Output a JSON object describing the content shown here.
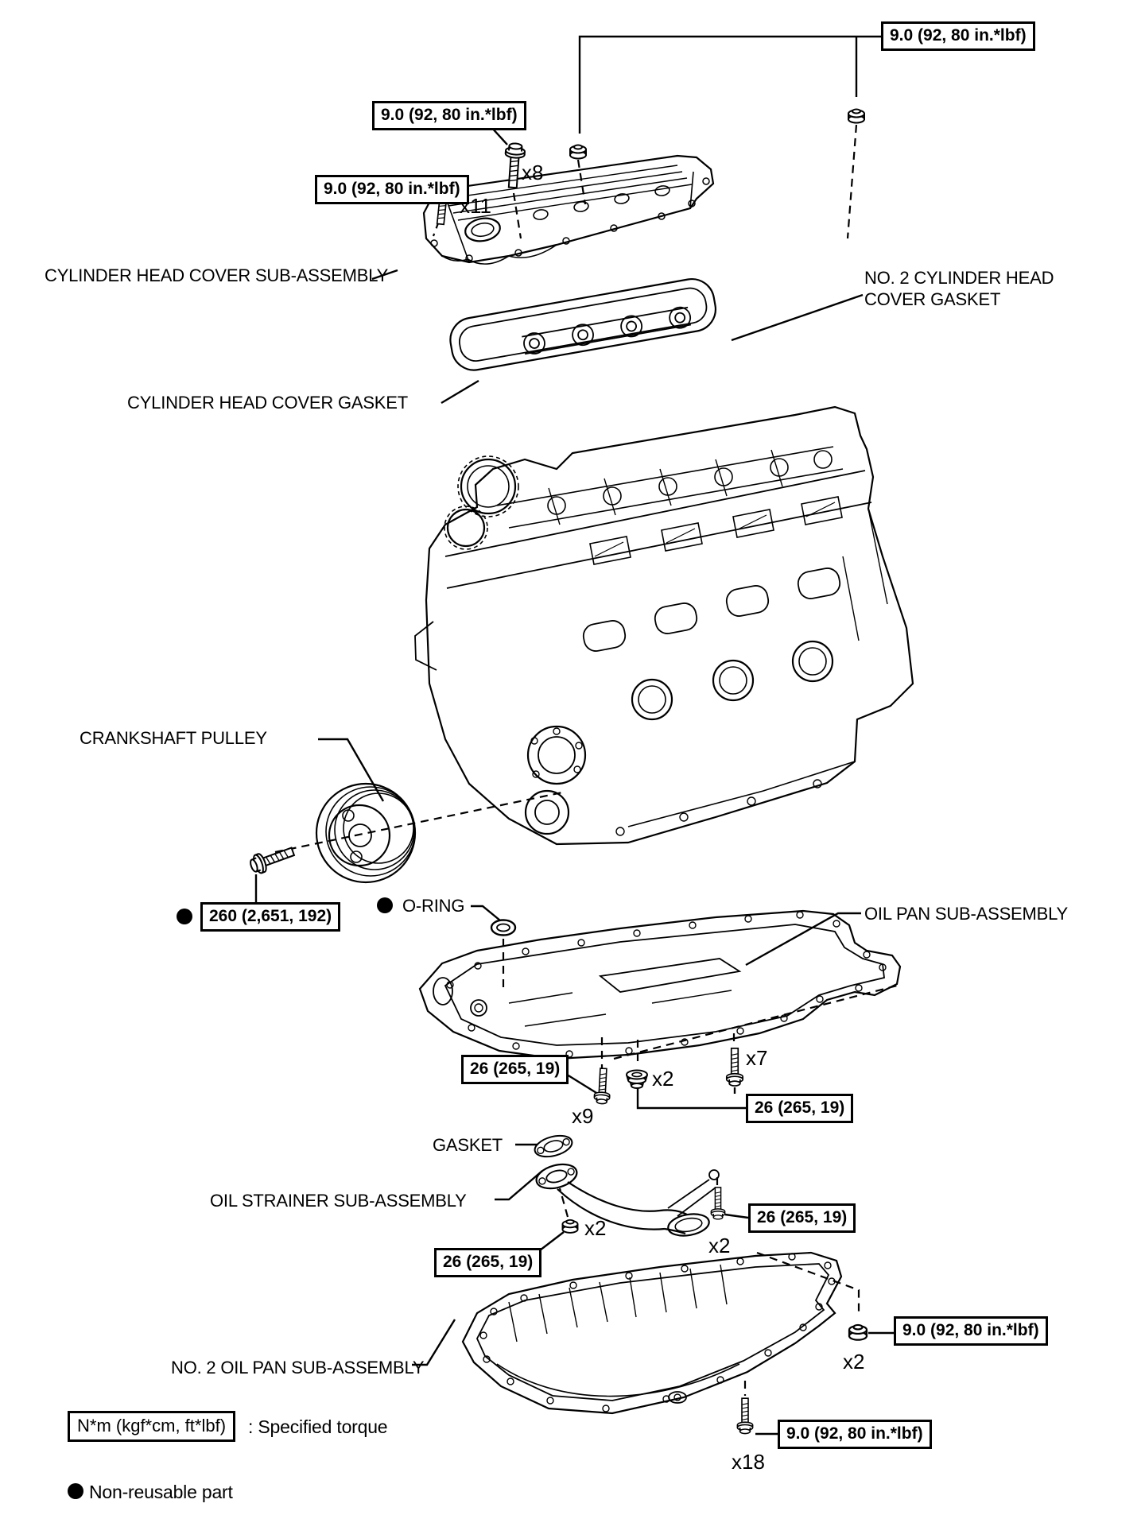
{
  "diagram_title": "engine-exploded-view",
  "torque_boxes": {
    "head_cover_nuts": "9.0 (92, 80 in.*lbf)",
    "head_cover_bolts_x8": "9.0 (92, 80 in.*lbf)",
    "head_cover_bolts_x11": "9.0 (92, 80 in.*lbf)",
    "crank_pulley_bolt": "260 (2,651, 192)",
    "oil_pan_bolts_x9": "26 (265, 19)",
    "oil_pan_bolts_x7_x2": "26 (265, 19)",
    "strainer_nuts": "26 (265, 19)",
    "strainer_bolts": "26 (265, 19)",
    "no2_pan_nuts": "9.0 (92, 80 in.*lbf)",
    "no2_pan_bolts_x18": "9.0 (92, 80 in.*lbf)"
  },
  "part_labels": {
    "cylinder_head_cover": "CYLINDER HEAD COVER SUB-ASSEMBLY",
    "no2_head_cover_gasket_line1": "NO. 2 CYLINDER HEAD",
    "no2_head_cover_gasket_line2": "COVER GASKET",
    "head_cover_gasket": "CYLINDER HEAD COVER GASKET",
    "crankshaft_pulley": "CRANKSHAFT PULLEY",
    "o_ring": "O-RING",
    "oil_pan": "OIL PAN SUB-ASSEMBLY",
    "gasket": "GASKET",
    "oil_strainer": "OIL STRAINER SUB-ASSEMBLY",
    "no2_oil_pan": "NO. 2 OIL PAN SUB-ASSEMBLY"
  },
  "counts": {
    "head_cover_bolts_long": "x8",
    "head_cover_bolts_short": "x11",
    "oil_pan_bolts": "x9",
    "oil_pan_plugs": "x2",
    "oil_pan_side_bolts": "x7",
    "strainer_nuts": "x2",
    "strainer_bolts": "x2",
    "no2_pan_nuts": "x2",
    "no2_pan_bolts": "x18"
  },
  "legend": {
    "torque_unit": "N*m (kgf*cm, ft*lbf)",
    "torque_desc": ": Specified torque",
    "non_reusable": "Non-reusable part"
  },
  "colors": {
    "ink": "#000000",
    "paper": "#ffffff"
  }
}
